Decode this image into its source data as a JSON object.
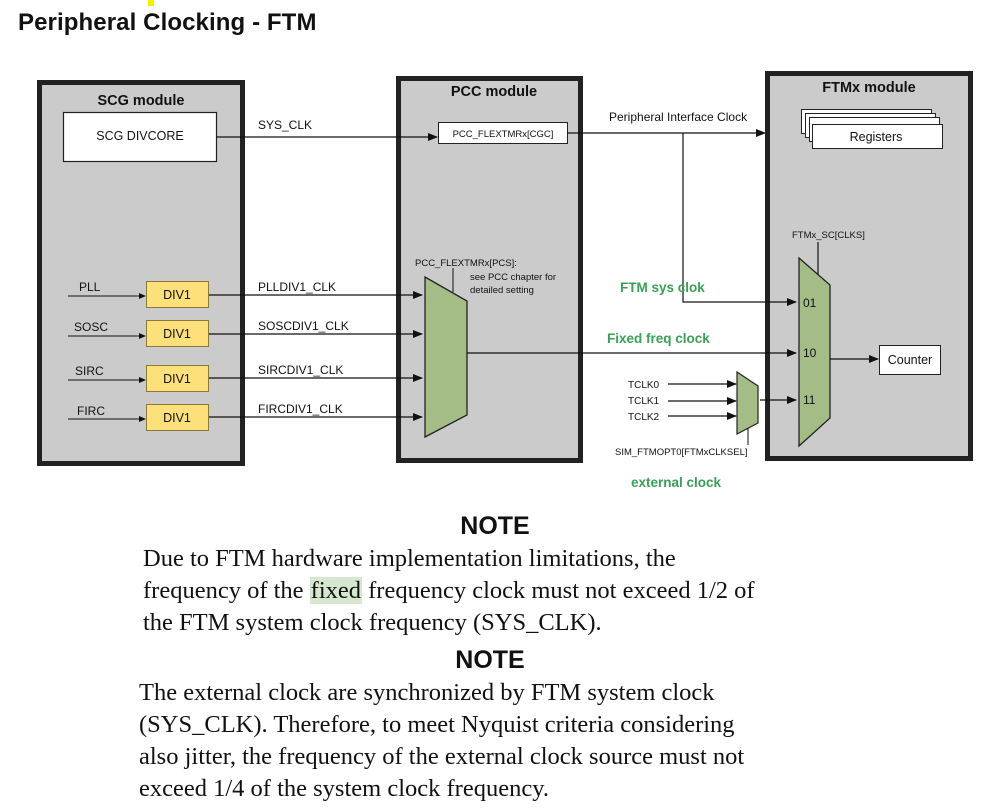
{
  "title": "Peripheral Clocking - FTM",
  "diagram": {
    "colors": {
      "module_fill": "#cbcbcb",
      "module_border": "#222222",
      "div_fill": "#fde07a",
      "div_border": "#8a7a3a",
      "mux_fill": "#a4bd86",
      "annotation_green": "#3aa055",
      "highlight": "#d6e7d0"
    },
    "scg": {
      "title": "SCG module",
      "divcore": "SCG DIVCORE",
      "sources": [
        {
          "name": "PLL",
          "div": "DIV1",
          "output": "PLLDIV1_CLK"
        },
        {
          "name": "SOSC",
          "div": "DIV1",
          "output": "SOSCDIV1_CLK"
        },
        {
          "name": "SIRC",
          "div": "DIV1",
          "output": "SIRCDIV1_CLK"
        },
        {
          "name": "FIRC",
          "div": "DIV1",
          "output": "FIRCDIV1_CLK"
        }
      ]
    },
    "sys_clk_label": "SYS_CLK",
    "pcc": {
      "title": "PCC module",
      "cgc": "PCC_FLEXTMRx[CGC]",
      "pcs_label": "PCC_FLEXTMRx[PCS]:",
      "pcs_note_1": "see PCC chapter for",
      "pcs_note_2": "detailed setting"
    },
    "peripheral_interface_clock": "Peripheral Interface Clock",
    "annotations": {
      "ftm_sys_clock": "FTM sys clok",
      "fixed_freq_clock": "Fixed freq clock",
      "external_clock": "external clock"
    },
    "tclk": {
      "inputs": [
        "TCLK0",
        "TCLK1",
        "TCLK2"
      ],
      "select": "SIM_FTMOPT0[FTMxCLKSEL]"
    },
    "ftm": {
      "title": "FTMx module",
      "registers": "Registers",
      "clks": "FTMx_SC[CLKS]",
      "mux_inputs": [
        "01",
        "10",
        "11"
      ],
      "counter": "Counter"
    }
  },
  "notes": [
    {
      "heading": "NOTE",
      "lines": [
        {
          "parts": [
            "Due to FTM hardware implementation limitations, the"
          ]
        },
        {
          "parts": [
            "frequency of the ",
            "fixed",
            " frequency clock must not exceed 1/2 of"
          ]
        },
        {
          "parts": [
            "the FTM system clock frequency (SYS_CLK)."
          ]
        }
      ]
    },
    {
      "heading": "NOTE",
      "lines": [
        {
          "parts": [
            "The external clock are synchronized by FTM system clock"
          ]
        },
        {
          "parts": [
            "(SYS_CLK). Therefore, to meet Nyquist criteria considering"
          ]
        },
        {
          "parts": [
            "also jitter, the frequency of the external clock source must not"
          ]
        },
        {
          "parts": [
            "exceed 1/4 of the system clock frequency."
          ]
        }
      ]
    }
  ]
}
